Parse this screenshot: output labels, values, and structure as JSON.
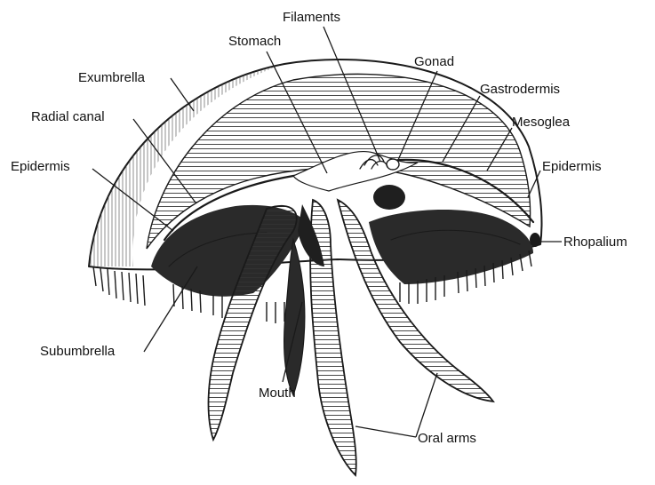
{
  "labels": {
    "filaments": "Filaments",
    "stomach": "Stomach",
    "gonad": "Gonad",
    "exumbrella": "Exumbrella",
    "gastrodermis": "Gastrodermis",
    "radial_canal": "Radial canal",
    "mesoglea": "Mesoglea",
    "epidermis_left": "Epidermis",
    "epidermis_right": "Epidermis",
    "rhopalium": "Rhopalium",
    "subumbrella": "Subumbrella",
    "mouth": "Mouth",
    "oral_arms": "Oral arms"
  },
  "colors": {
    "ink": "#1a1a1a",
    "background": "#ffffff"
  }
}
